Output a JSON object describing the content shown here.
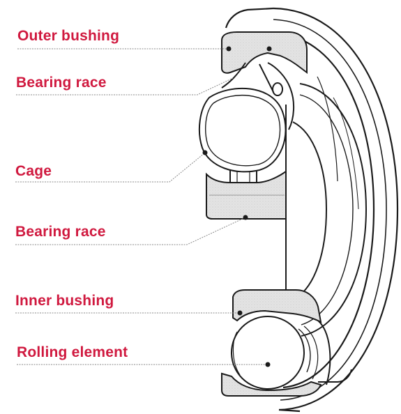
{
  "diagram": {
    "colors": {
      "label": "#d0193f",
      "outline": "#1a1a1a",
      "shading": "#e0e0e0",
      "background": "#ffffff"
    },
    "labels": {
      "outer_bushing": "Outer bushing",
      "bearing_race_upper": "Bearing race",
      "cage": "Cage",
      "bearing_race_lower": "Bearing race",
      "inner_bushing": "Inner bushing",
      "rolling_element": "Rolling element"
    }
  }
}
